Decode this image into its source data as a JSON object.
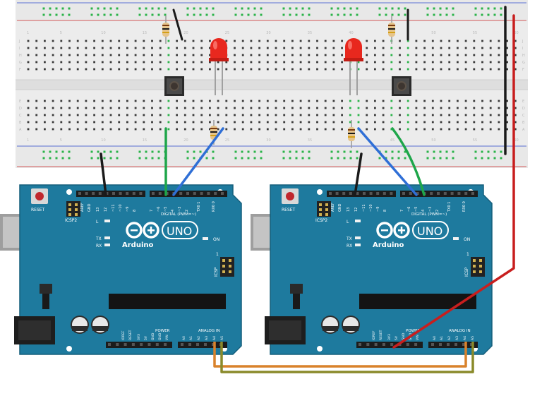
{
  "colors": {
    "breadboard": "#ececec",
    "breadboard_channel": "#e0e0e0",
    "hole": "#3a3a3a",
    "active_hole": "#2bb34a",
    "rail_red": "#d45a5a",
    "rail_blue": "#5a6fd4",
    "board": "#1e7a9e",
    "board_edge": "#155f7c",
    "header": "#1c1c1c",
    "usb": "#b5b5b5",
    "wire_black": "#1a1a1a",
    "wire_green": "#1ea64a",
    "wire_blue": "#2f6fd6",
    "wire_red": "#c81e1e",
    "wire_orange": "#d9822b",
    "wire_olive": "#8a8a2a",
    "led": "#e8281e"
  },
  "breadboard": {
    "column_numbers": [
      "1",
      "5",
      "10",
      "15",
      "20",
      "25",
      "30",
      "35",
      "40",
      "45",
      "50",
      "55",
      "60"
    ],
    "row_letters_top": [
      "J",
      "I",
      "H",
      "G",
      "F"
    ],
    "row_letters_bottom": [
      "E",
      "D",
      "C",
      "B",
      "A"
    ]
  },
  "board_left": {
    "reset_label": "RESET",
    "icsp2_label": "ICSP2",
    "logo_text": "Arduino",
    "uno_text": "UNO",
    "digital_label": "DIGITAL (PWM=~)",
    "on_label": "ON",
    "tx_label": "TX",
    "rx_label": "RX",
    "l_label": "L",
    "icsp_label": "ICSP",
    "one_label": "1",
    "power_label": "POWER",
    "analog_label": "ANALOG IN",
    "top_pins": [
      "AREF",
      "GND",
      "13",
      "12",
      "~11",
      "~10",
      "~9",
      "8",
      "7",
      "~6",
      "~5",
      "4",
      "~3",
      "2",
      "TX0 1",
      "RX0 0"
    ],
    "power_pins": [
      "IOREF",
      "RESET",
      "3V3",
      "5V",
      "GND",
      "GND",
      "VIN"
    ],
    "analog_pins": [
      "A0",
      "A1",
      "A2",
      "A3",
      "A4",
      "A5"
    ]
  },
  "board_right": {
    "reset_label": "RESET",
    "icsp2_label": "ICSP2",
    "logo_text": "Arduino",
    "uno_text": "UNO",
    "digital_label": "DIGITAL (PWM=~)",
    "on_label": "ON",
    "tx_label": "TX",
    "rx_label": "RX",
    "l_label": "L",
    "icsp_label": "ICSP",
    "one_label": "1",
    "power_label": "POWER",
    "analog_label": "ANALOG IN",
    "top_pins": [
      "AREF",
      "GND",
      "13",
      "12",
      "~11",
      "~10",
      "~9",
      "8",
      "7",
      "~6",
      "~5",
      "4",
      "~3",
      "2",
      "TX0 1",
      "RX0 0"
    ],
    "power_pins": [
      "IOREF",
      "RESET",
      "3V3",
      "5V",
      "GND",
      "GND",
      "VIN"
    ],
    "analog_pins": [
      "A0",
      "A1",
      "A2",
      "A3",
      "A4",
      "A5"
    ]
  }
}
